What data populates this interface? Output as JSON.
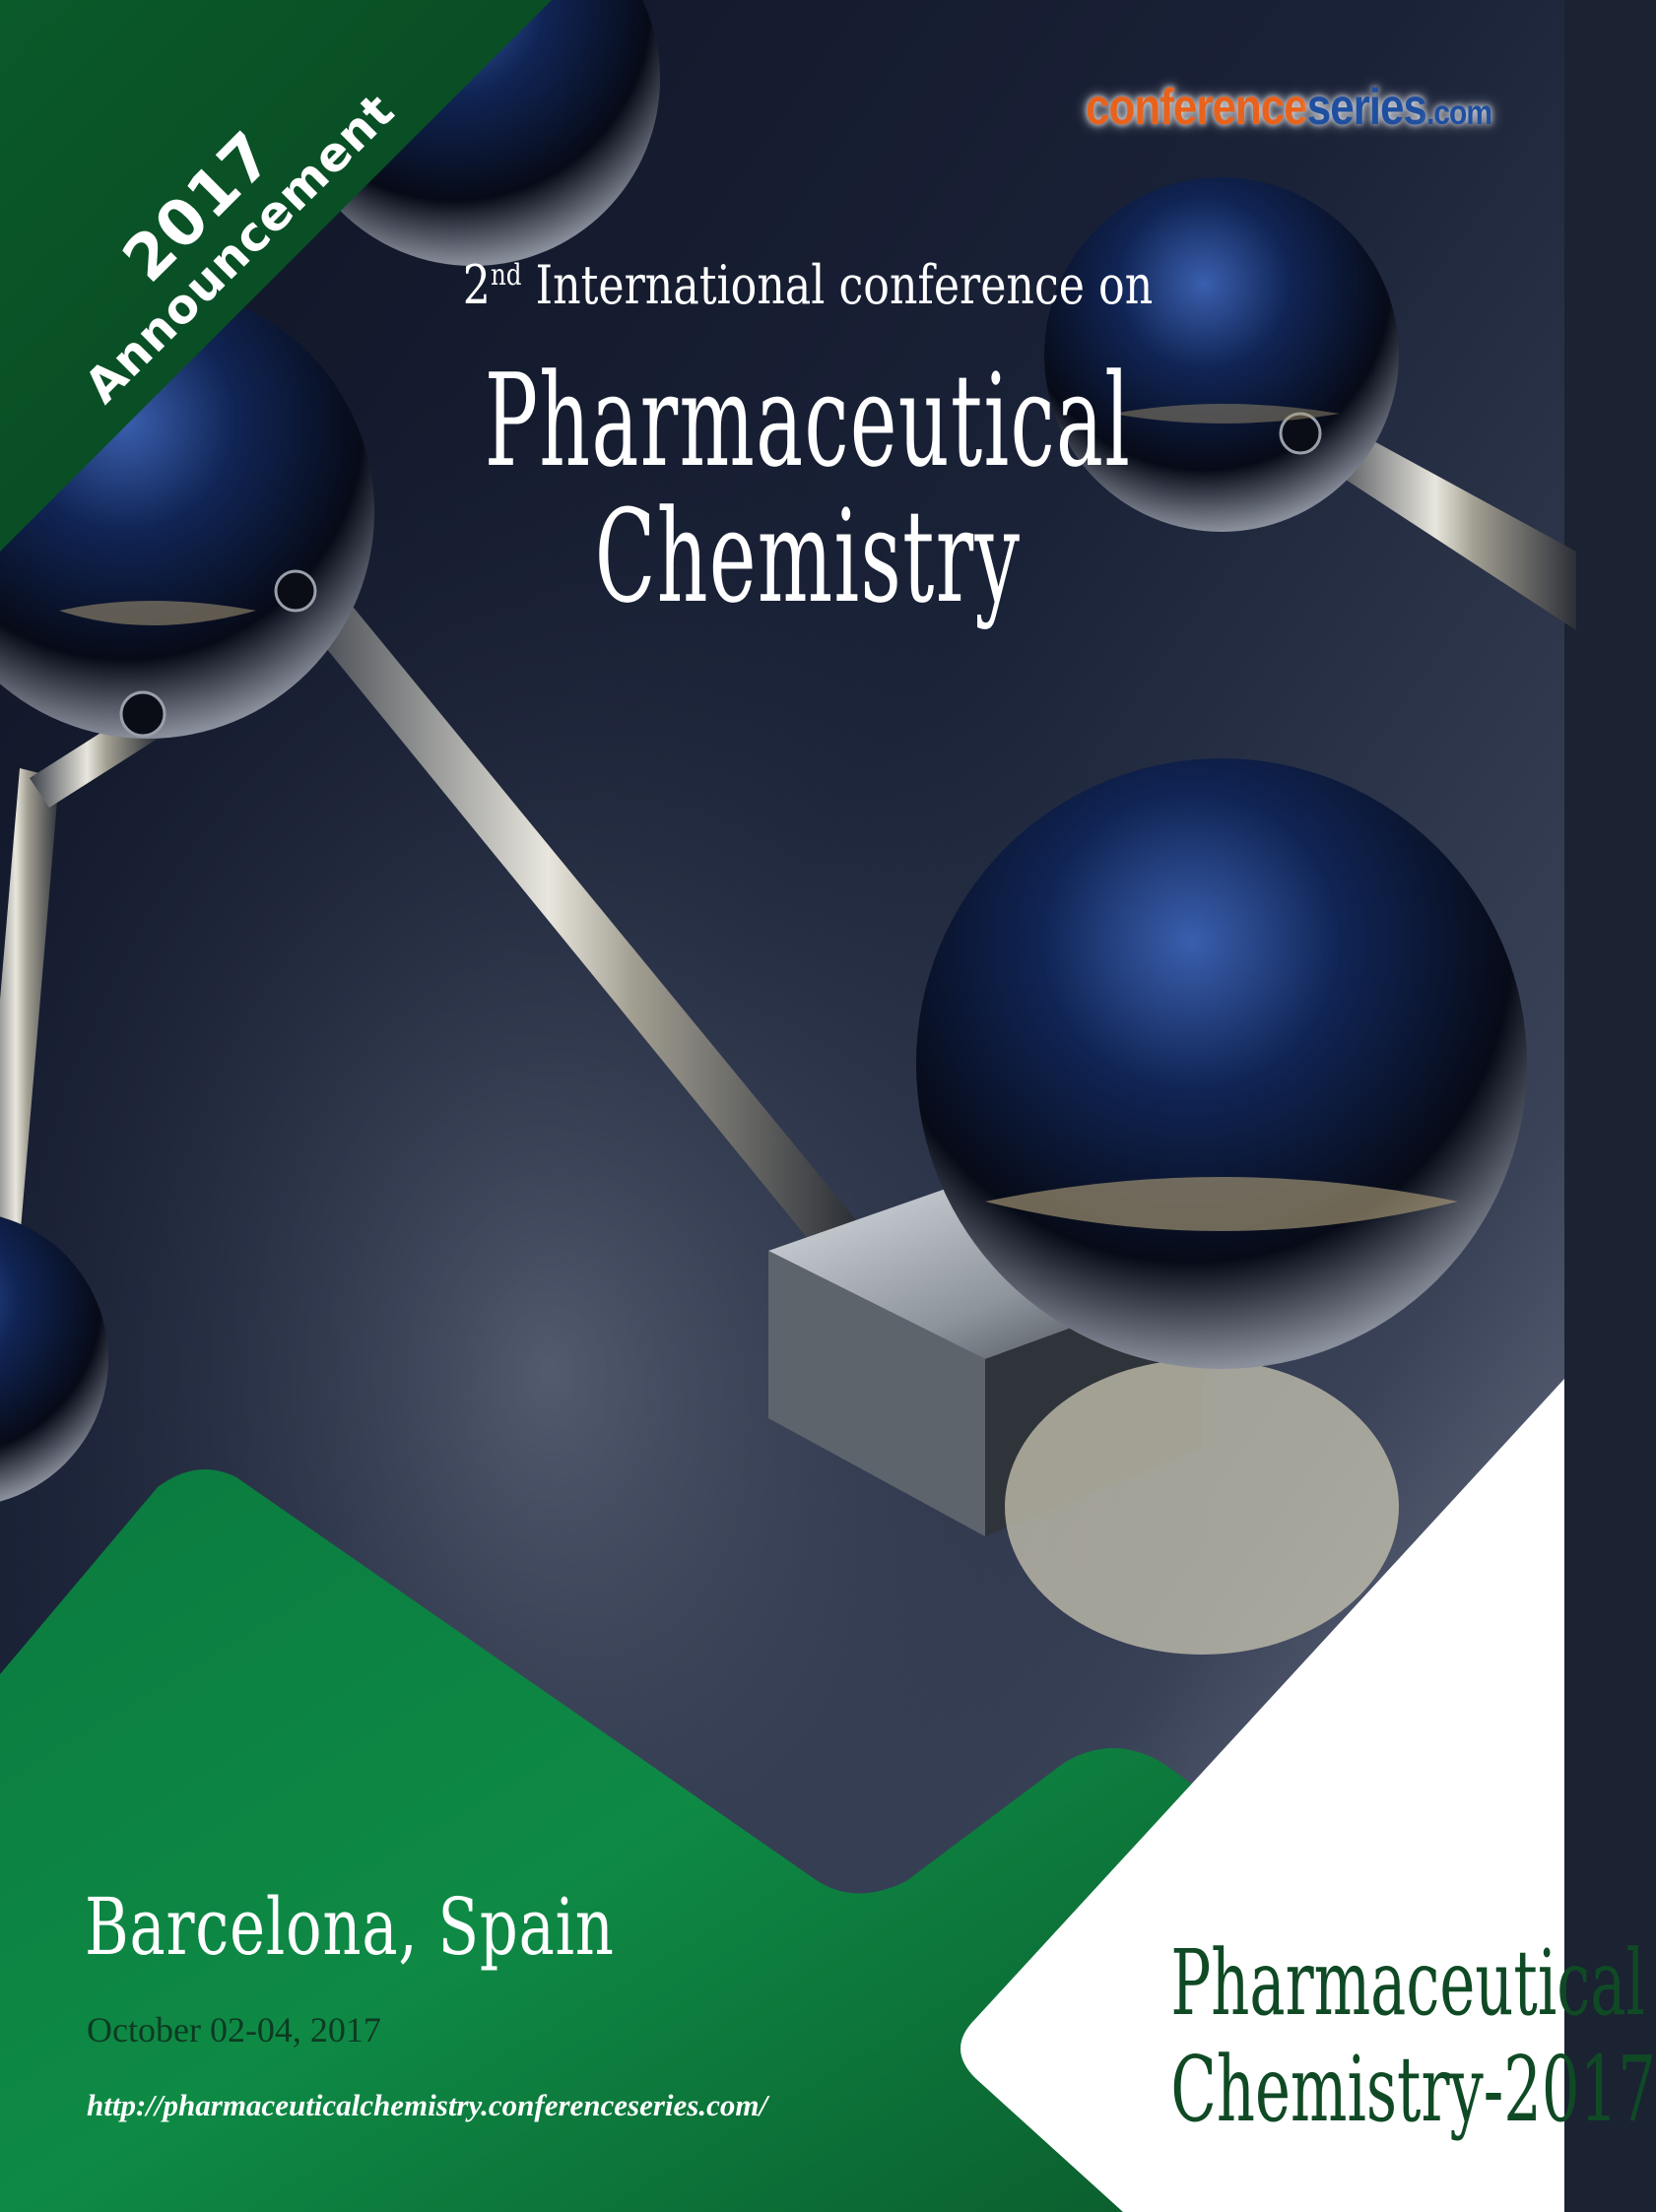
{
  "corner_banner": {
    "year": "2017",
    "word": "Announcement"
  },
  "logo": {
    "part1": "conference",
    "part2": "series",
    "part3": ".com"
  },
  "header": {
    "subtitle_ordinal": "2",
    "subtitle_suffix": "nd",
    "subtitle_rest": " International conference on",
    "title_line1": "Pharmaceutical",
    "title_line2": "Chemistry"
  },
  "event": {
    "location": "Barcelona, Spain",
    "dates": "October 02-04, 2017",
    "url": "http://pharmaceuticalchemistry.conferenceseries.com/"
  },
  "badge": {
    "line1": "Pharmaceutical",
    "line2": "Chemistry-2017"
  },
  "colors": {
    "dark_green": "#0b5a2a",
    "green": "#0f7a3c",
    "logo_orange": "#e8621c",
    "logo_blue": "#1f4fa0",
    "background_navy": "#151a2a"
  }
}
